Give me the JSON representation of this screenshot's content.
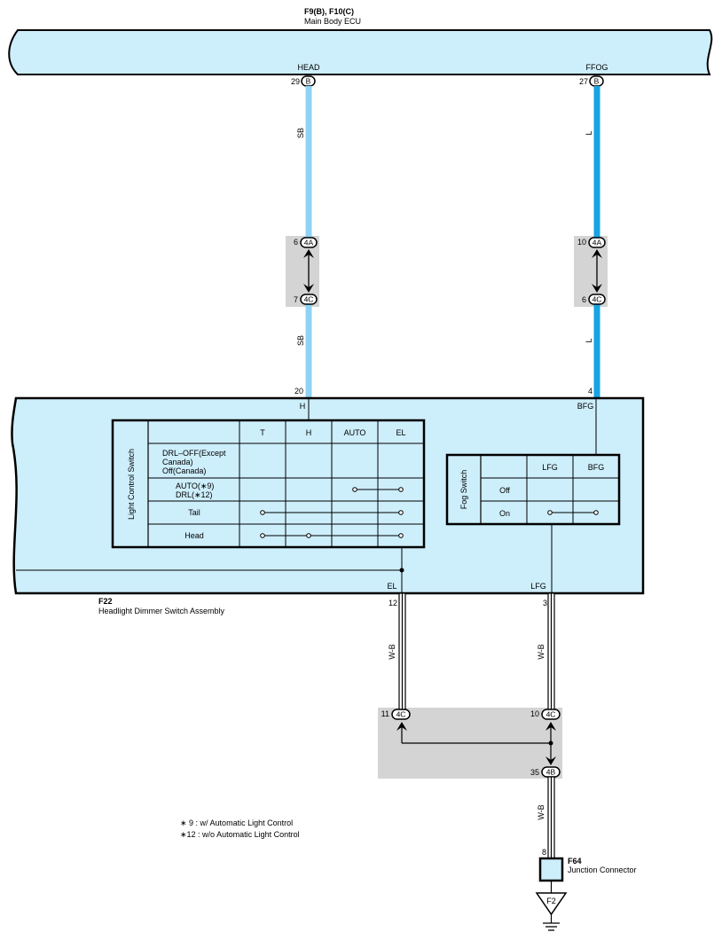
{
  "ecu": {
    "ref": "F9(B), F10(C)",
    "name": "Main Body ECU"
  },
  "ecu_pins": {
    "head": {
      "label": "HEAD",
      "pin": "29",
      "conn": "B"
    },
    "ffog": {
      "label": "FFOG",
      "pin": "27",
      "conn": "B"
    }
  },
  "wires": {
    "head_color": "SB",
    "ffog_color": "L",
    "ground_color": "W-B",
    "sb_hex": "#8fd3f4",
    "l_hex": "#16a4e2"
  },
  "junctions": {
    "head_upper": {
      "pin": "6",
      "conn": "4A"
    },
    "head_lower": {
      "pin": "7",
      "conn": "4C"
    },
    "ffog_upper": {
      "pin": "10",
      "conn": "4A"
    },
    "ffog_lower": {
      "pin": "6",
      "conn": "4C"
    },
    "el_junction": {
      "pin": "11",
      "conn": "4C"
    },
    "lfg_junction": {
      "pin": "10",
      "conn": "4C"
    },
    "ground_out": {
      "pin": "35",
      "conn": "4B"
    }
  },
  "switch_assembly": {
    "ref": "F22",
    "name": "Headlight Dimmer Switch Assembly",
    "pins": {
      "h": {
        "pin": "20",
        "label": "H"
      },
      "bfg": {
        "pin": "4",
        "label": "BFG"
      },
      "el": {
        "pin": "12",
        "label": "EL"
      },
      "lfg": {
        "pin": "3",
        "label": "LFG"
      }
    },
    "light_control": {
      "title": "Light Control Switch",
      "columns": [
        "T",
        "H",
        "AUTO",
        "EL"
      ],
      "rows": [
        [
          "DRL–OFF(Except",
          "Canada)",
          "Off(Canada)"
        ],
        [
          "AUTO(∗9)",
          "DRL(∗12)"
        ],
        [
          "Tail"
        ],
        [
          "Head"
        ]
      ]
    },
    "fog": {
      "title": "Fog Switch",
      "columns": [
        "LFG",
        "BFG"
      ],
      "rows": [
        "Off",
        "On"
      ]
    }
  },
  "junction_connector": {
    "ref": "F64",
    "name": "Junction Connector",
    "pin": "8"
  },
  "ground": {
    "label": "F2"
  },
  "notes": [
    "∗ 9 : w/ Automatic Light Control",
    "∗12 : w/o Automatic Light Control"
  ],
  "colors": {
    "panel": "#cdeefb",
    "junction_box": "#d4d4d4"
  }
}
